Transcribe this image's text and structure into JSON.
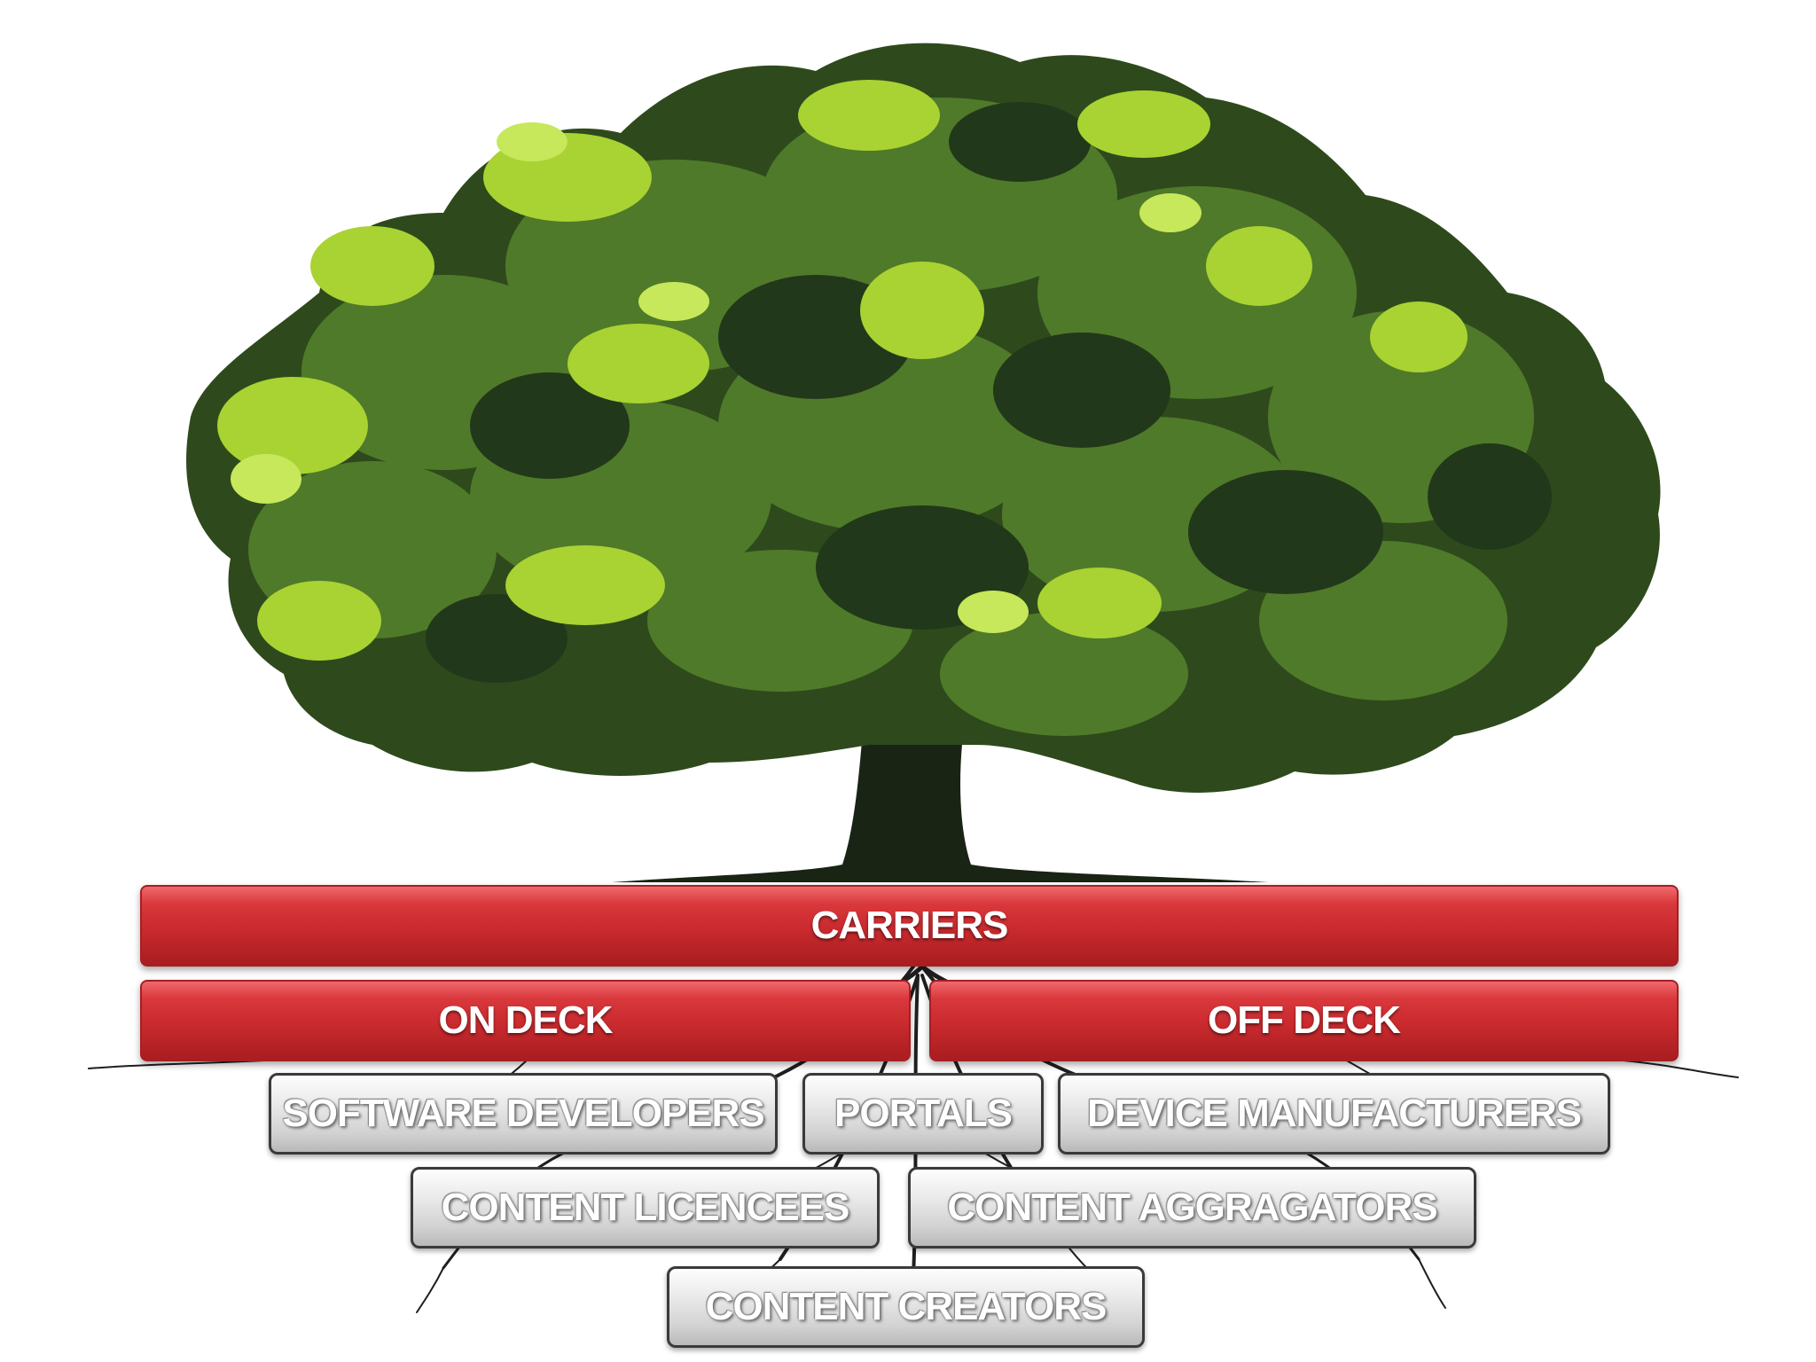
{
  "diagram": {
    "carriers": "CARRIERS",
    "on_deck": "ON DECK",
    "off_deck": "OFF DECK",
    "software_developers": "SOFTWARE DEVELOPERS",
    "portals": "PORTALS",
    "device_manufacturers": "DEVICE MANUFACTURERS",
    "content_licencees": "CONTENT LICENCEES",
    "content_aggragators": "CONTENT AGGRAGATORS",
    "content_creators": "CONTENT CREATORS"
  },
  "colors": {
    "red_bar": "#c92a2e",
    "grey_bar": "#d6d6d6",
    "foliage_dark": "#2e4a1c",
    "foliage_mid": "#4f7a2a",
    "foliage_light": "#a8d332",
    "trunk": "#1a2414"
  }
}
